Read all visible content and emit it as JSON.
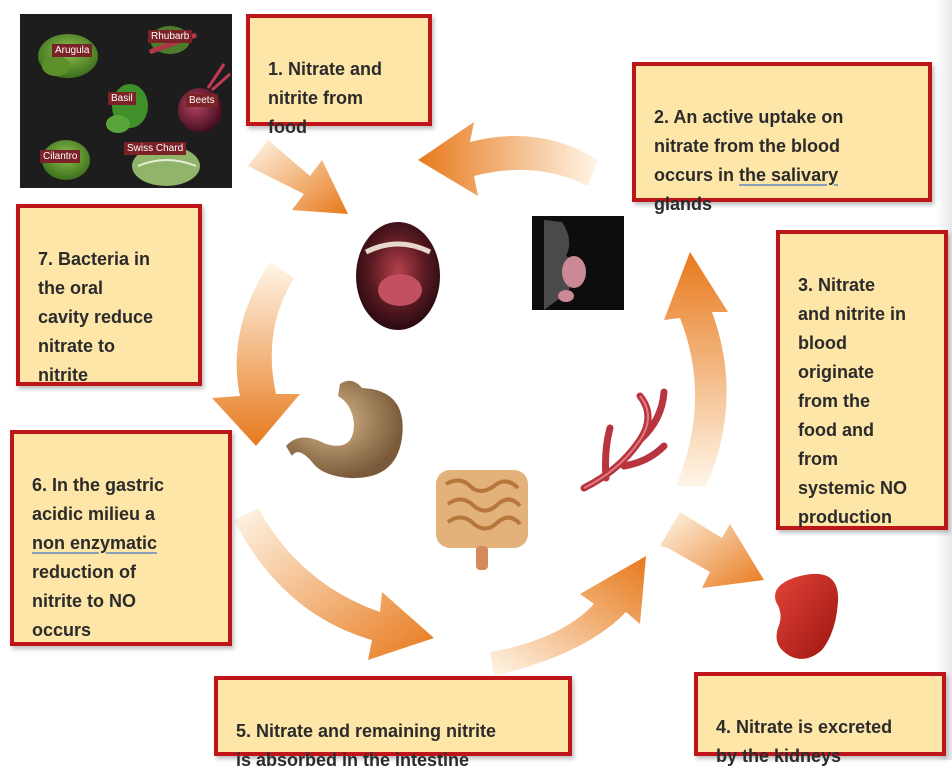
{
  "photo": {
    "labels": {
      "arugula": "Arugula",
      "rhubarb": "Rhubarb",
      "basil": "Basil",
      "beets": "Beets",
      "cilantro": "Cilantro",
      "swiss_chard": "Swiss Chard"
    }
  },
  "steps": {
    "s1": "1. Nitrate and\nnitrite from\nfood",
    "s2_a": "2. An active uptake on\nnitrate from the blood\noccurs in ",
    "s2_u": "the  salivary",
    "s2_b": "\nglands",
    "s3": "3. Nitrate\nand nitrite in\nblood\noriginate\nfrom the\nfood and\nfrom\nsystemic NO\nproduction",
    "s4": "4. Nitrate is excreted\nby the kidneys",
    "s5": "5. Nitrate and remaining nitrite\nis absorbed in the intestine",
    "s6_a": "6. In the gastric\nacidic milieu a\n",
    "s6_u": "non enzymatic",
    "s6_b": "\nreduction of\nnitrite to NO\noccurs",
    "s7": "7. Bacteria in\nthe oral\ncavity reduce\nnitrate to\nnitrite"
  },
  "icons": {
    "mouth": "open-mouth-icon",
    "salivary": "face-profile-salivary-gland-icon",
    "vessel": "blood-vessel-icon",
    "kidney": "kidney-icon",
    "intestine": "intestine-icon",
    "stomach": "stomach-icon"
  },
  "colors": {
    "box_fill": "#fde6a8",
    "box_border": "#c0141b",
    "arrow_dark": "#e07a1f",
    "arrow_light": "#fff4e0"
  }
}
